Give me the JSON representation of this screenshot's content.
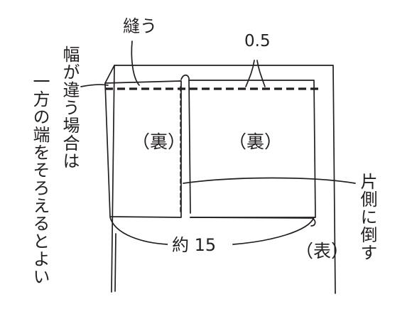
{
  "labels": {
    "sew": "縫う",
    "seam_allowance": "0.5",
    "wrong_side_left": "（裏）",
    "wrong_side_right": "（裏）",
    "right_side": "（表）",
    "width_approx": "約 15",
    "press_to_one_side": "片側に倒す",
    "align_edge_line1": "幅が違う場合は",
    "align_edge_line2": "一方の端をそろえるとよい"
  },
  "colors": {
    "ink": "#231f20",
    "paper": "#ffffff"
  }
}
